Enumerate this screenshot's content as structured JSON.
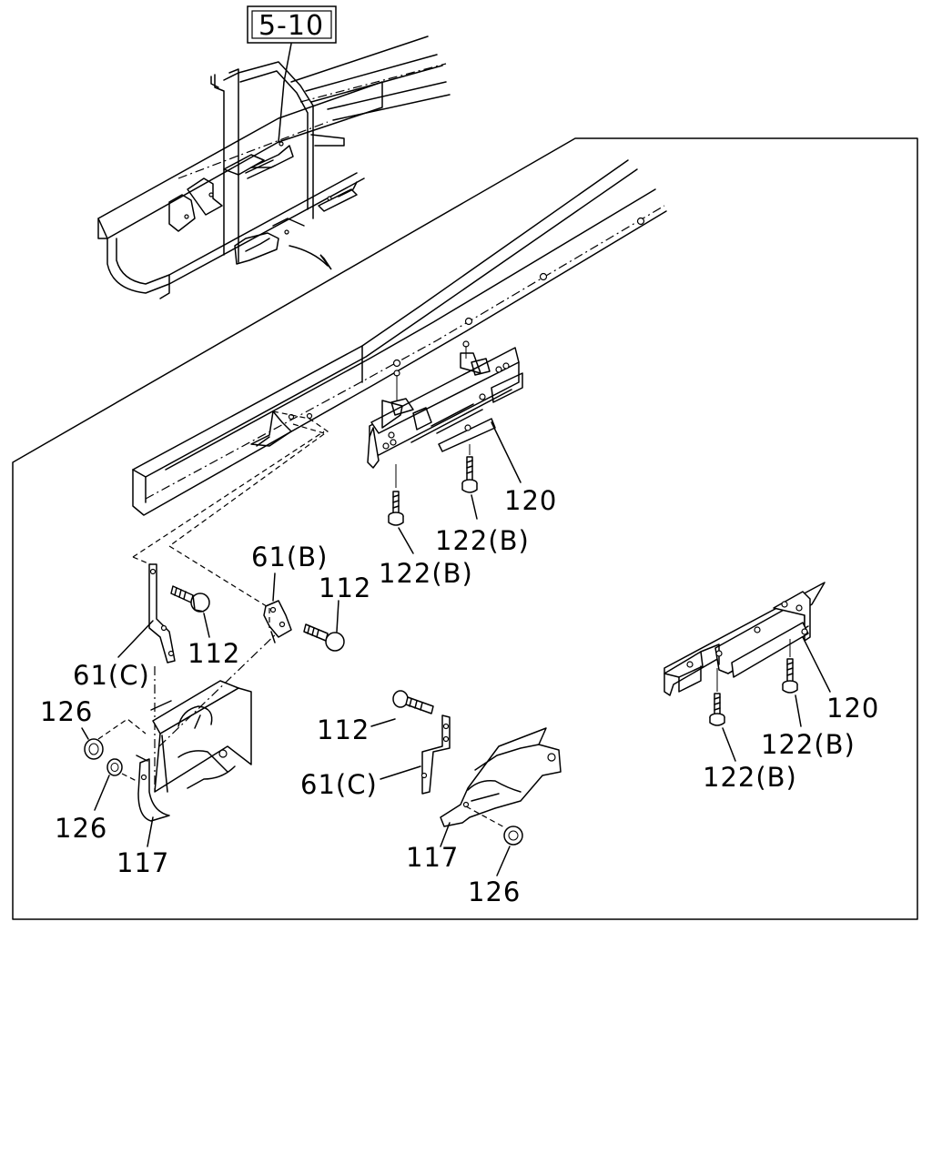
{
  "reference": {
    "label": "5-10"
  },
  "callouts": {
    "frame_bracket_upper": "120",
    "bolt_upper_right": "122(B)",
    "bolt_upper_left": "122(B)",
    "bracket_61b": "61(B)",
    "bolt_112_a": "112",
    "bolt_112_b": "112",
    "bracket_61c_left": "61(C)",
    "nut_126_upper": "126",
    "nut_126_lower": "126",
    "part_117_left": "117",
    "bolt_112_c": "112",
    "bracket_61c_right": "61(C)",
    "part_117_right": "117",
    "nut_126_right": "126",
    "frame_bracket_right": "120",
    "bolt_right_upper": "122(B)",
    "bolt_right_lower": "122(B)"
  }
}
